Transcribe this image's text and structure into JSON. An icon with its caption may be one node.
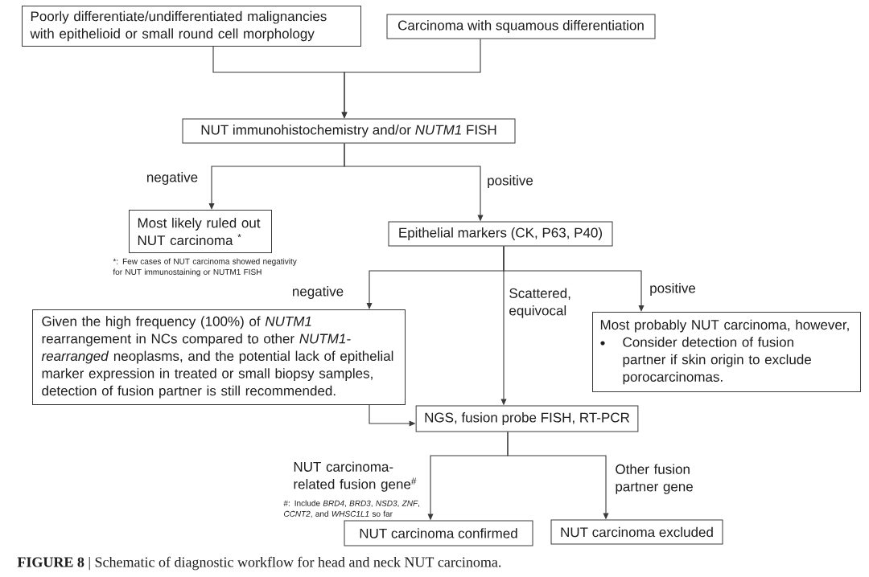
{
  "diagram": {
    "caption": "**FIGURE 8** | Schematic of diagnostic workflow for head and neck NUT carcinoma.",
    "nodes": [
      {
        "text": [
          "Poorly differentiate/undifferentiated malignancies with epithelioid or small round cell morphology"
        ]
      },
      {
        "text": [
          "Carcinoma with squamous differentiation"
        ]
      },
      {
        "text": [
          "NUT immunohistochemistry and/or *NUTM1* FISH"
        ]
      },
      {
        "text": [
          "Most likely ruled out NUT carcinoma $^{*}$"
        ],
        "beside": [
          "*: Few cases of NUT carcinoma showed negativity for NUT immunostaining or NUTM1 FISH"
        ]
      },
      {
        "text": [
          "Epithelial markers (CK, P63, P40)"
        ]
      },
      {
        "text": [
          "Given the high frequency (100%) of *NUTM1* rearrangement in NCs compared to other *NUTM1-rearranged* neoplasms, and the potential lack of epithelial marker expression in treated or small biopsy samples, detection of fusion partner is still recommended."
        ]
      },
      {
        "text": [
          "Most probably NUT carcinoma, however,",
          "Consider detection of fusion partner if skin origin to exclude porocarcinomas."
        ]
      },
      {
        "text": [
          "NGS, fusion probe FISH, RT-PCR"
        ]
      },
      {
        "text": [
          "NUT carcinoma confirmed"
        ]
      },
      {
        "text": [
          "NUT carcinoma excluded"
        ]
      }
    ],
    "edges": [
      {
        "from": 0,
        "to": 2,
        "arrow": "to"
      },
      {
        "from": 1,
        "to": 2,
        "arrow": "to"
      },
      {
        "from": 2,
        "to": 3,
        "arrow": "to",
        "label": "negative"
      },
      {
        "from": 2,
        "to": 4,
        "arrow": "to",
        "label": "positive"
      },
      {
        "from": 4,
        "to": 5,
        "arrow": "to",
        "label": "negative"
      },
      {
        "from": 4,
        "to": 7,
        "arrow": "to",
        "label": "Scattered, equivocal"
      },
      {
        "from": 4,
        "to": 6,
        "arrow": "to",
        "label": "positive"
      },
      {
        "from": 5,
        "to": 7,
        "arrow": "to"
      },
      {
        "from": 7,
        "to": 8,
        "arrow": "to",
        "label": "NUT carcinoma-related fusion gene$^{#}$"
      },
      {
        "from": 7,
        "to": 9,
        "arrow": "to",
        "label": "Other fusion partner gene"
      }
    ],
    "labels": [
      "#: Include *BRD4*, *BRD3*, *NSD3*, *ZNF*, *CCNT2*, and *WHSC1L1* so far"
    ]
  }
}
